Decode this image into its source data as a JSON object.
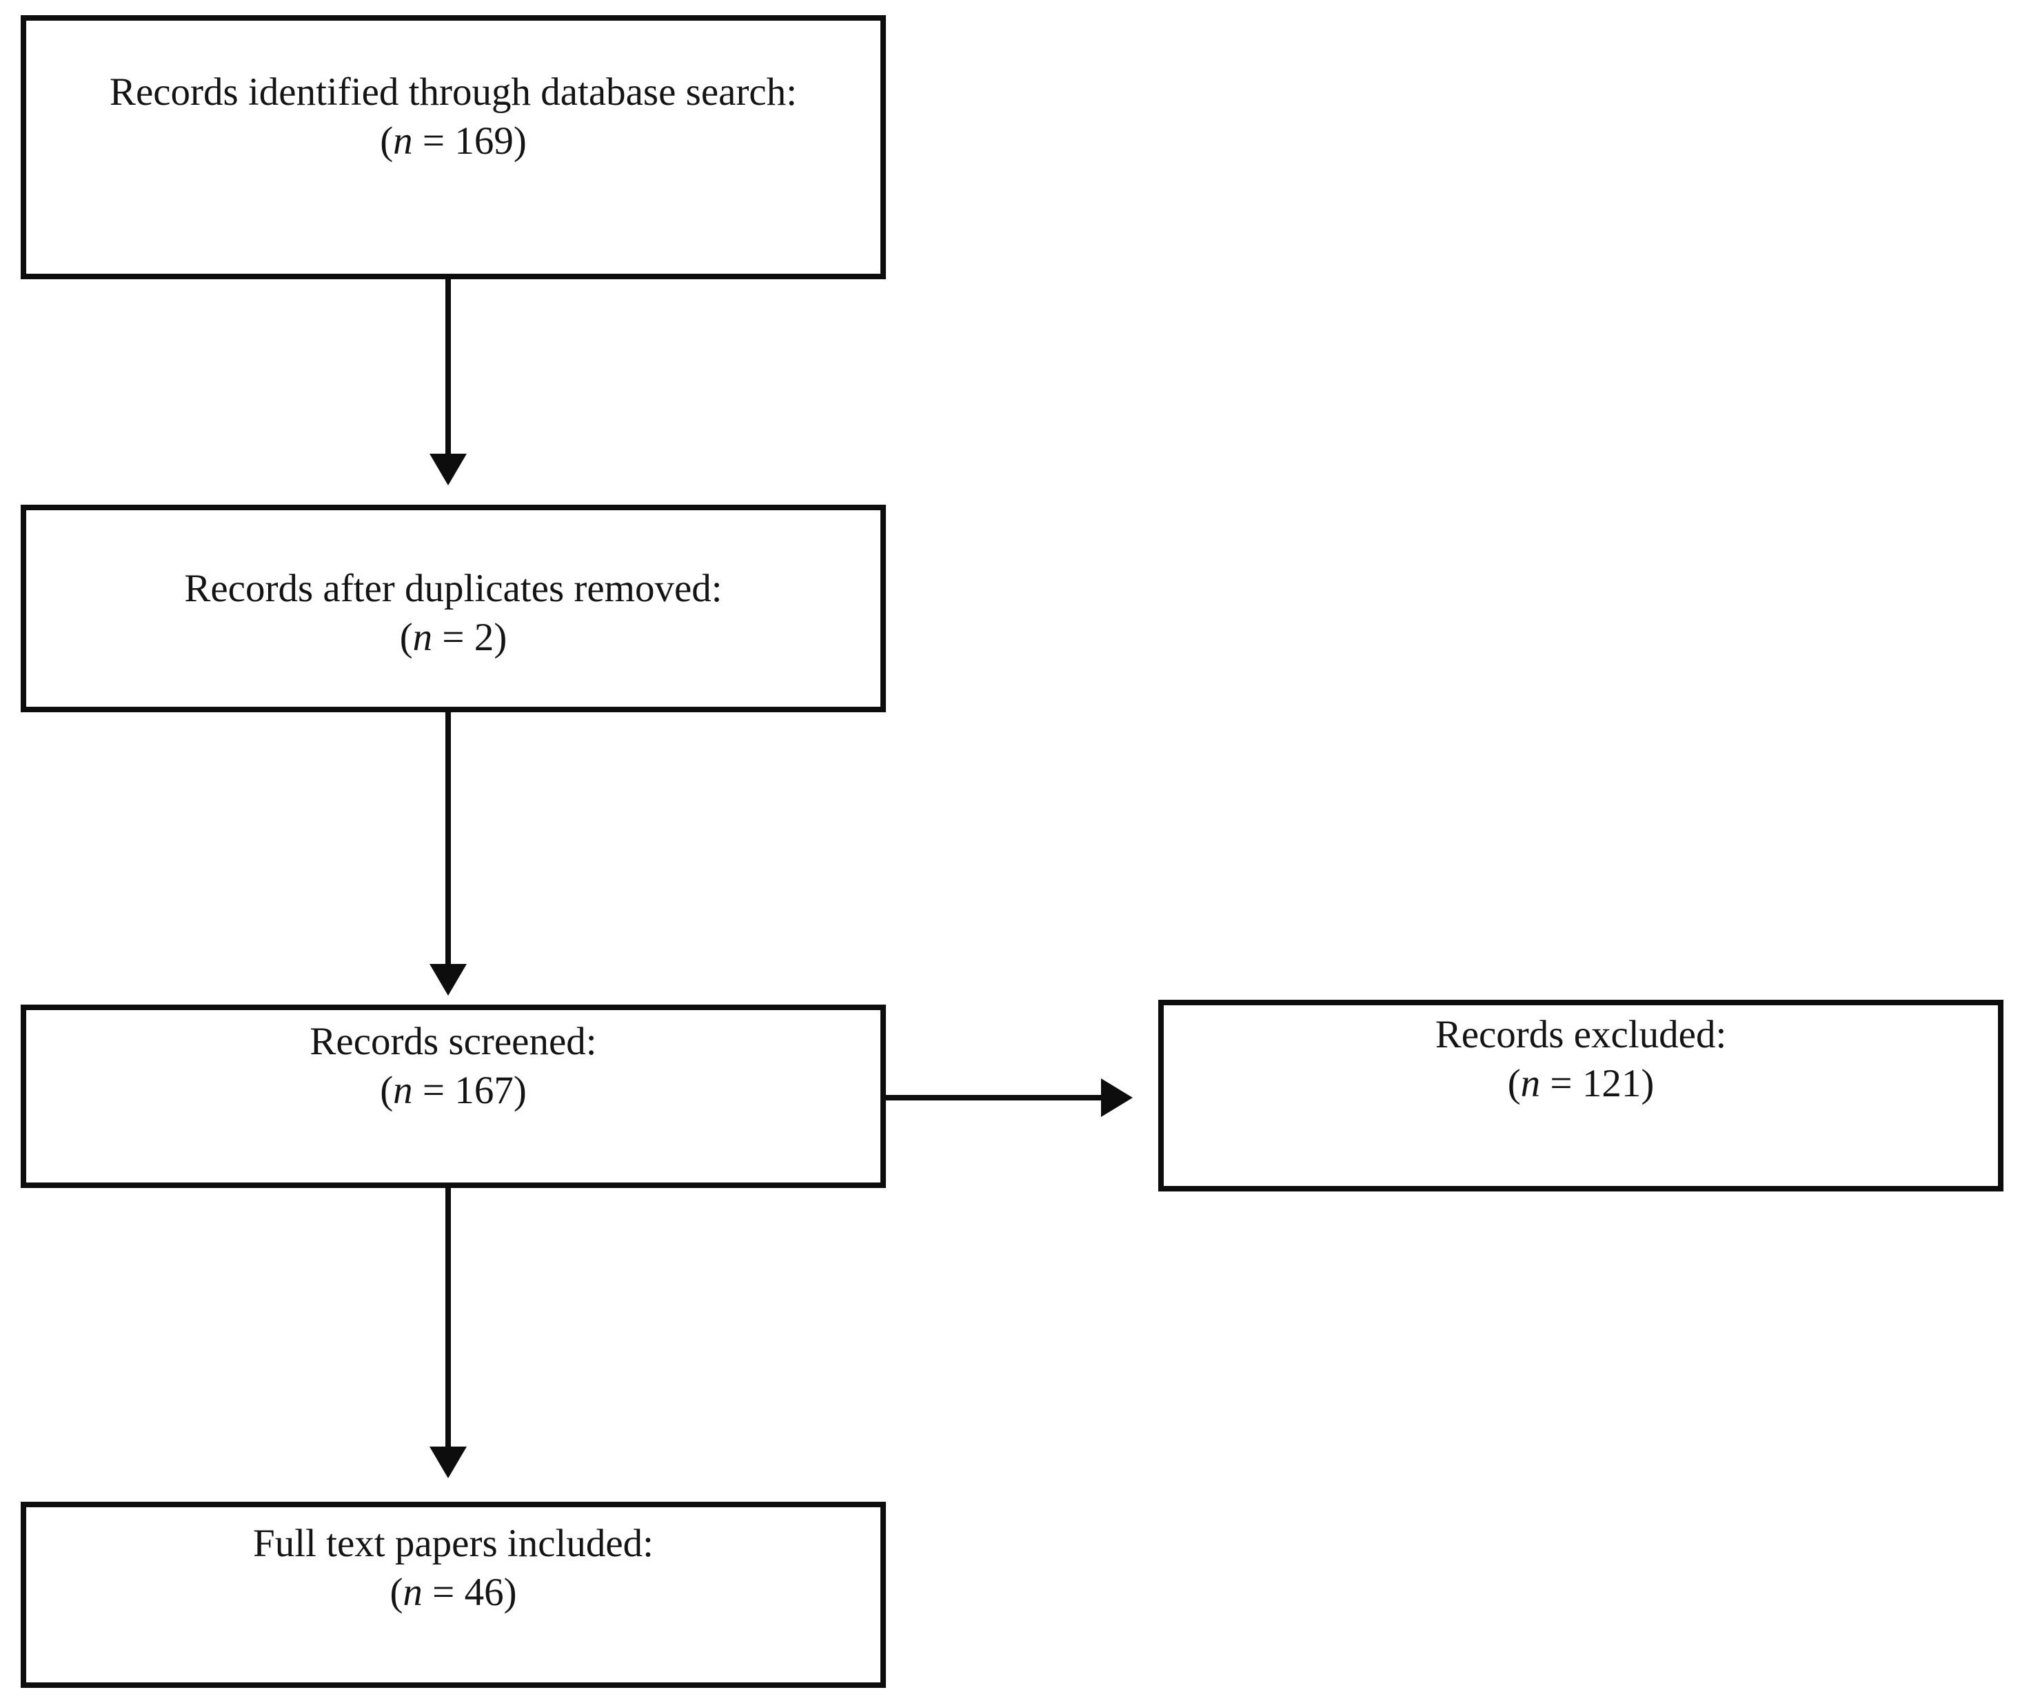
{
  "diagram": {
    "type": "flowchart",
    "boxes": {
      "identified": {
        "label": "Records identified through database search:",
        "count_open": "(",
        "count_var": "n",
        "count_rest": " = 169)"
      },
      "duplicates_removed": {
        "label": "Records after duplicates removed:",
        "count_open": "(",
        "count_var": "n",
        "count_rest": " = 2)"
      },
      "screened": {
        "label": "Records screened:",
        "count_open": "(",
        "count_var": "n",
        "count_rest": " = 167)"
      },
      "excluded": {
        "label": "Records excluded:",
        "count_open": "(",
        "count_var": "n",
        "count_rest": " = 121)"
      },
      "full_text_included": {
        "label": "Full text papers included:",
        "count_open": "(",
        "count_var": "n",
        "count_rest": " = 46)"
      }
    },
    "line_color": "#0d0d0d"
  }
}
